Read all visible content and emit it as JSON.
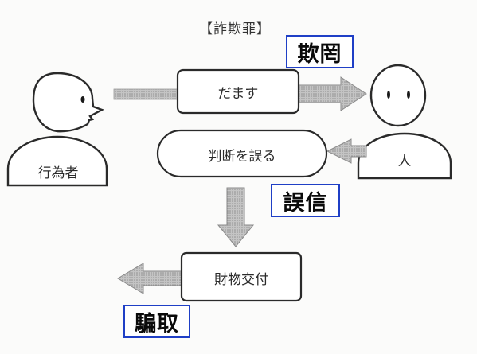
{
  "title": "【詐欺罪】",
  "figures": {
    "actor": "行為者",
    "person": "人"
  },
  "boxes": {
    "deceive": "だます",
    "misjudge": "判断を誤る",
    "deliver": "財物交付"
  },
  "tags": {
    "deception": "欺罔",
    "mistaken_belief": "誤信",
    "fraudulent_taking": "騙取"
  }
}
